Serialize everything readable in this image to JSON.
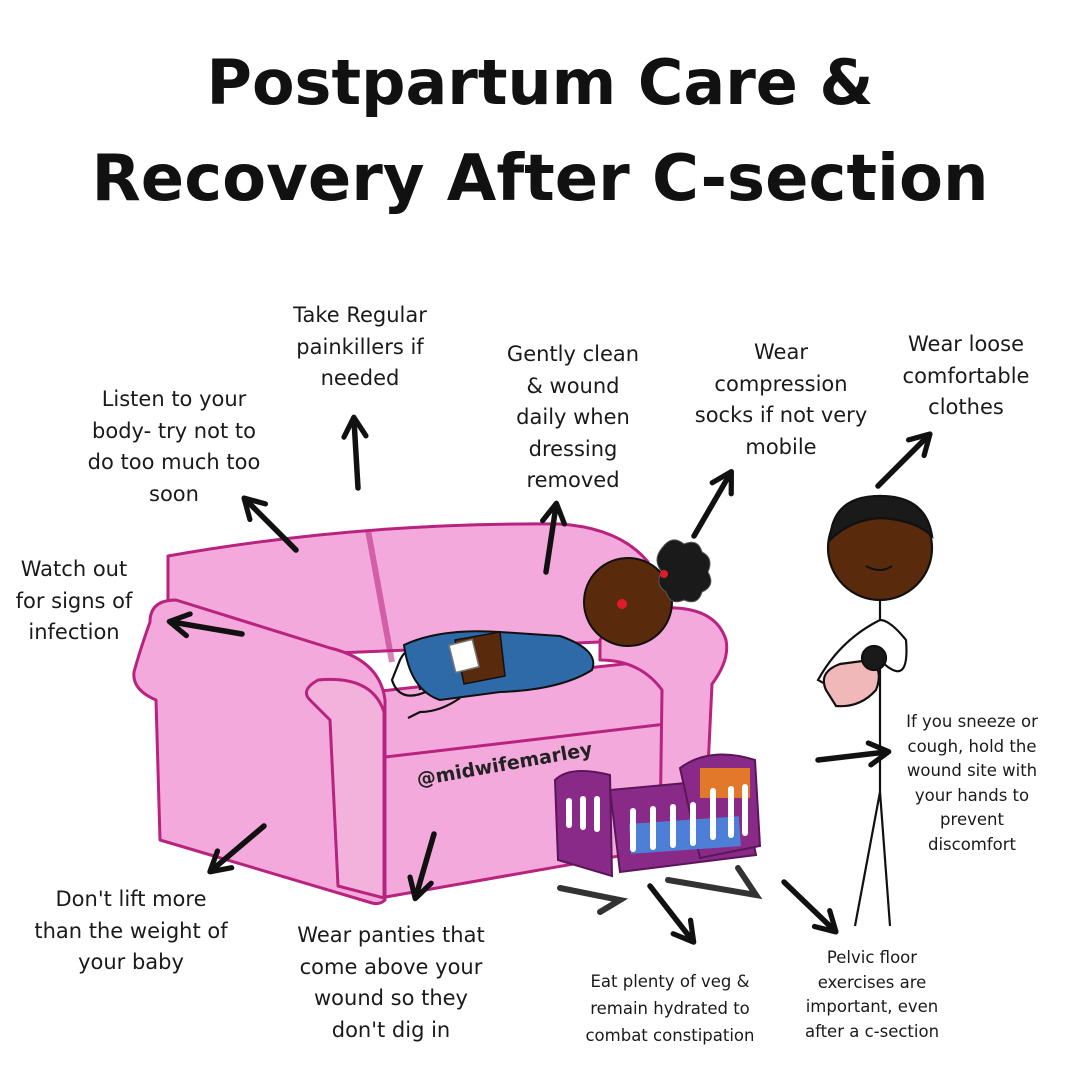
{
  "title": {
    "line1": "Postpartum Care &",
    "line2": "Recovery After C-section"
  },
  "handle": "@midwifemarley",
  "tips": {
    "listen": [
      "Listen to your",
      "body- try not to",
      "do too much too",
      "soon"
    ],
    "painkillers": [
      "Take Regular",
      "painkillers if",
      "needed"
    ],
    "clean": [
      "Gently clean",
      "& wound",
      "daily when",
      "dressing",
      "removed"
    ],
    "compression": [
      "Wear",
      "compression",
      "socks if not very",
      "mobile"
    ],
    "loose": [
      "Wear loose",
      "comfortable",
      "clothes"
    ],
    "infection": [
      "Watch out",
      "for signs of",
      "infection"
    ],
    "sneeze": [
      "If you sneeze or",
      "cough, hold the",
      "wound site with",
      "your hands to",
      "prevent",
      "discomfort"
    ],
    "lift": [
      "Don't lift more",
      "than the weight of",
      "your baby"
    ],
    "panties": [
      "Wear panties that",
      "come above your",
      "wound so they",
      "don't dig in"
    ],
    "veg": [
      "Eat plenty of veg &",
      "remain hydrated to",
      "combat constipation"
    ],
    "pelvic": [
      "Pelvic floor",
      "exercises are",
      "important, even",
      "after a c-section"
    ]
  },
  "colors": {
    "sofa": "#f4a9dc",
    "sofa_edge": "#b8237f",
    "skin": "#5a2a0c",
    "jeans": "#2f6aa8",
    "crib": "#8a2a88",
    "crib_orange": "#e2782a",
    "crib_blue": "#4e7fd6"
  }
}
